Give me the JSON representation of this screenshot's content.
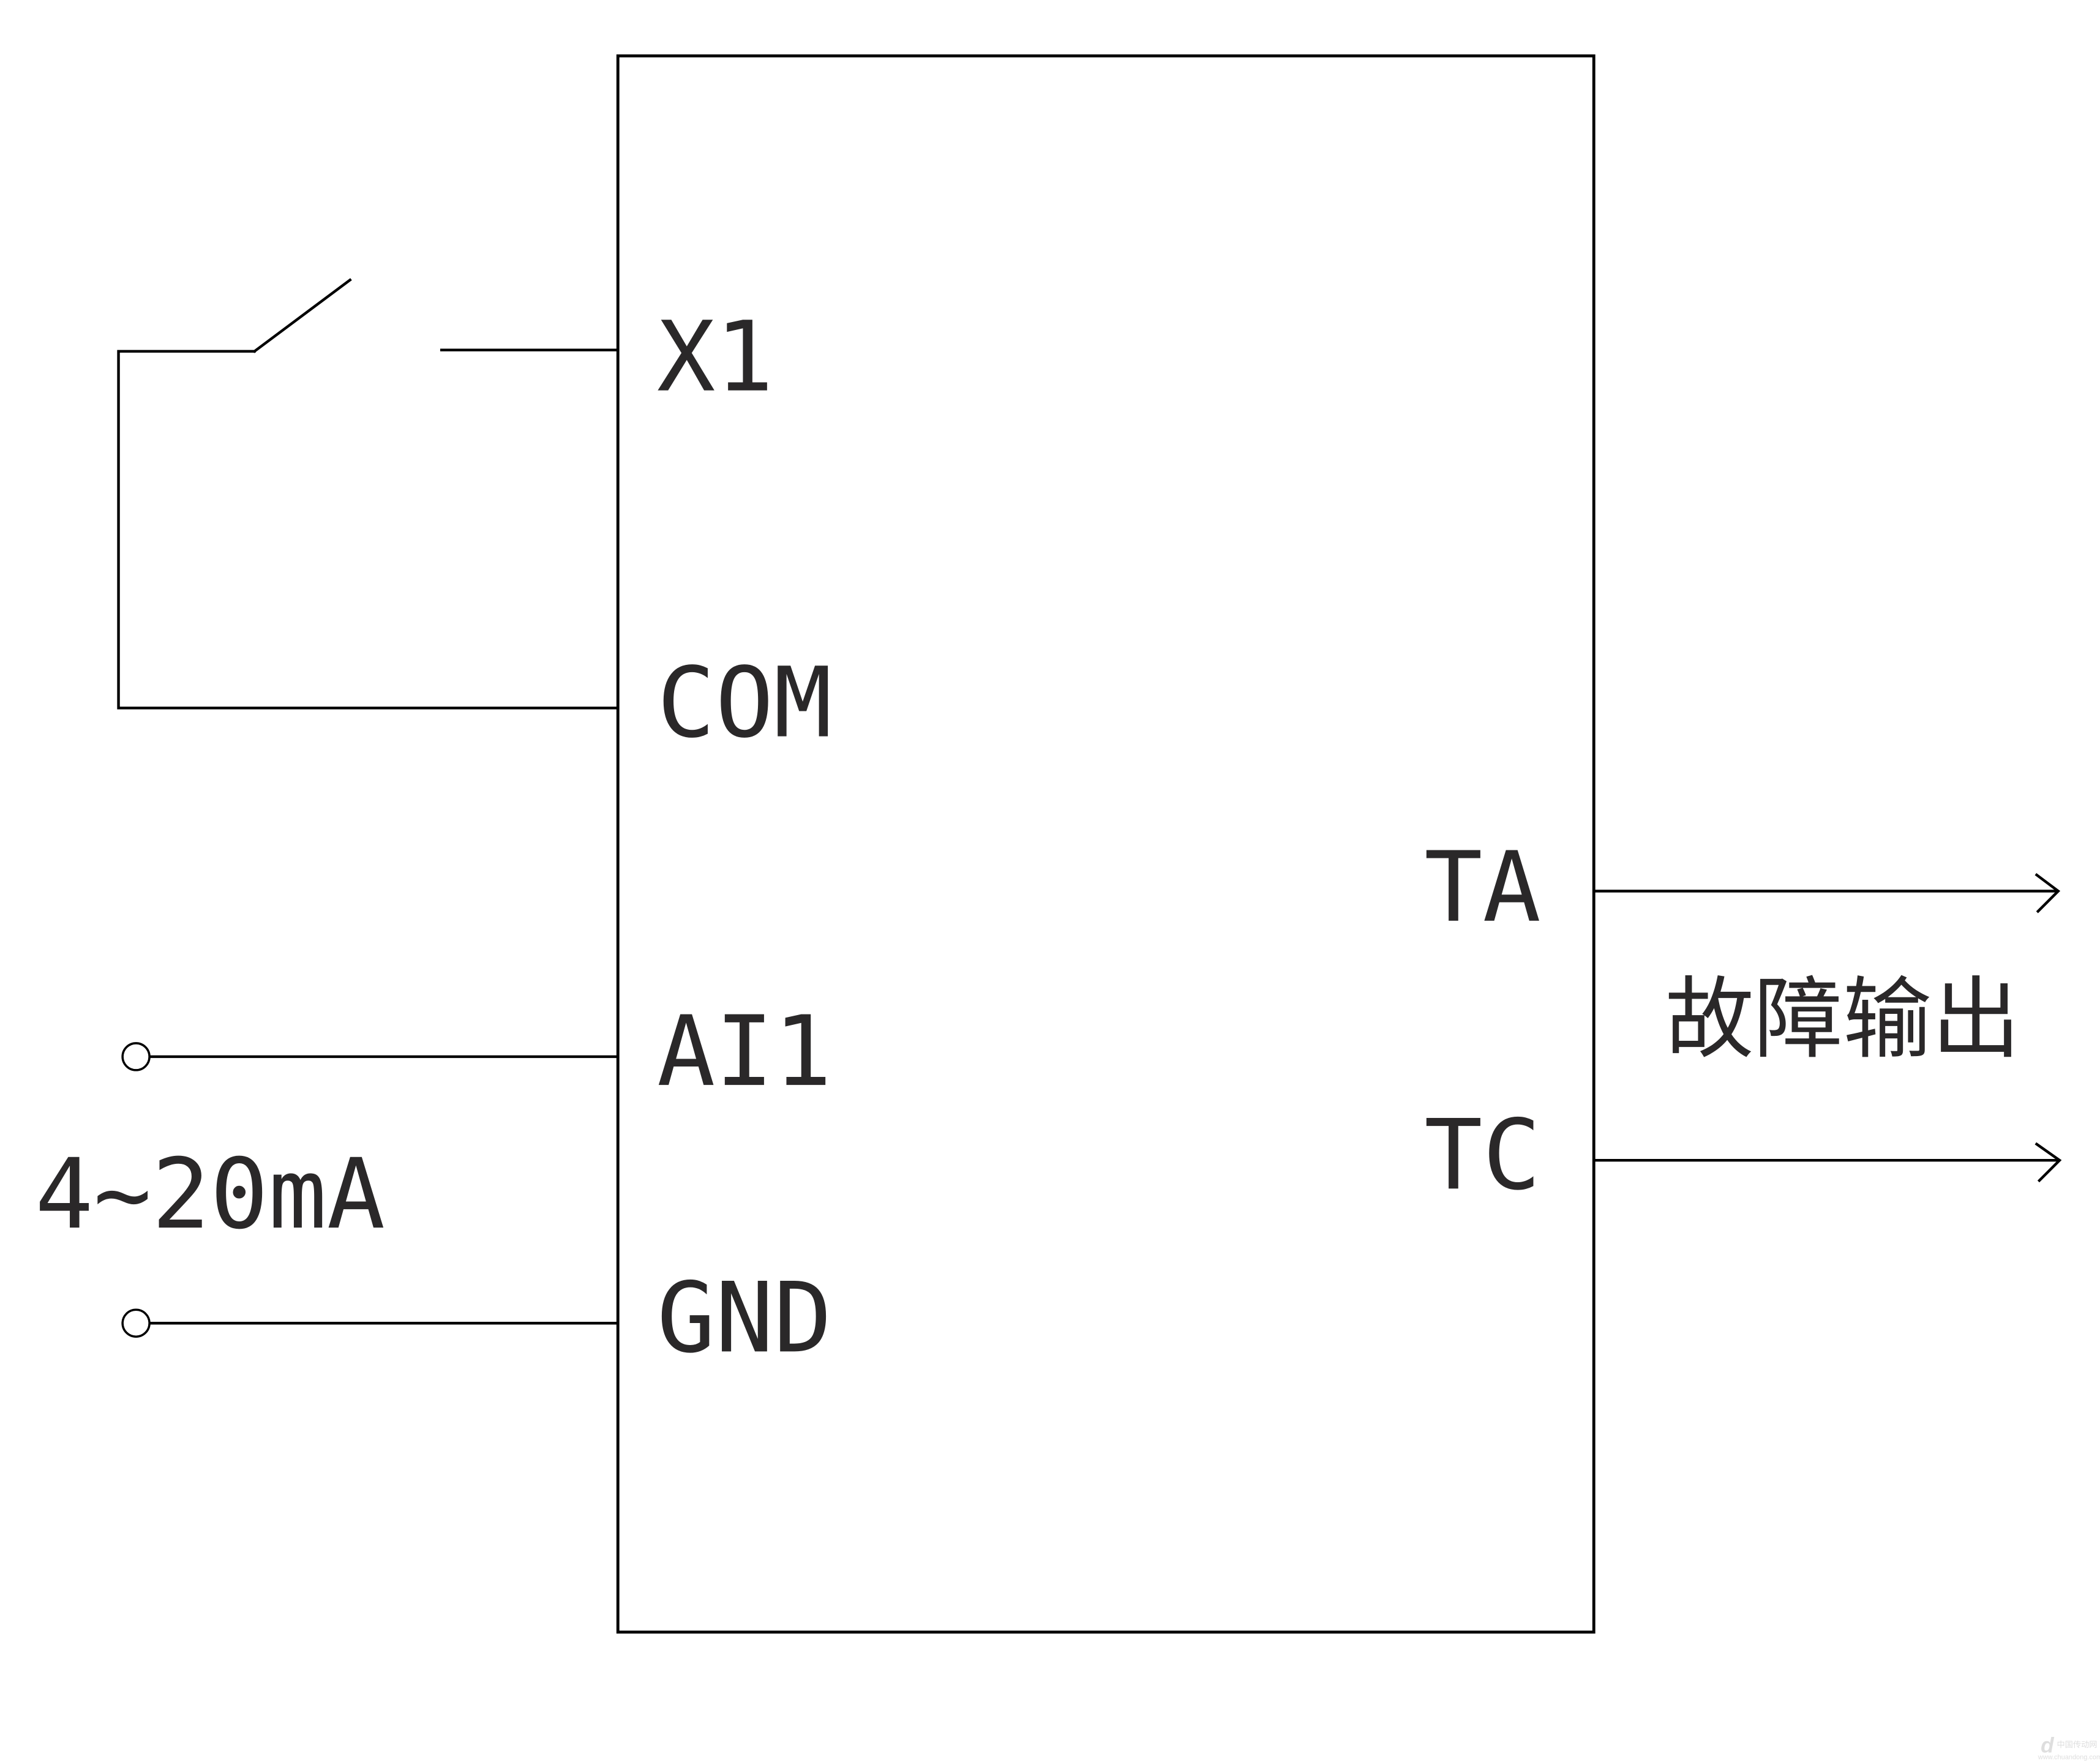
{
  "diagram": {
    "title": "",
    "device": {
      "name": "controller-block",
      "left_terminals": [
        {
          "id": "x1",
          "label": "X1"
        },
        {
          "id": "com",
          "label": "COM"
        },
        {
          "id": "ai1",
          "label": "AI1"
        },
        {
          "id": "gnd",
          "label": "GND"
        }
      ],
      "right_terminals": [
        {
          "id": "ta",
          "label": "TA"
        },
        {
          "id": "tc",
          "label": "TC"
        }
      ]
    },
    "input_signal_label": "4~20mA",
    "output_label": "故障输出",
    "switch": {
      "type": "normally-open",
      "connects": [
        "X1",
        "COM"
      ]
    },
    "connections": [
      {
        "from": "switch",
        "to": "X1"
      },
      {
        "from": "switch",
        "to": "COM"
      },
      {
        "from": "terminal-ai",
        "to": "AI1"
      },
      {
        "from": "terminal-gnd",
        "to": "GND"
      },
      {
        "from": "TA",
        "to": "output-arrow"
      },
      {
        "from": "TC",
        "to": "output-arrow"
      }
    ],
    "watermark": {
      "logo": "d",
      "text_cn": "中国传动网",
      "url": "www.chuandong.com"
    }
  }
}
